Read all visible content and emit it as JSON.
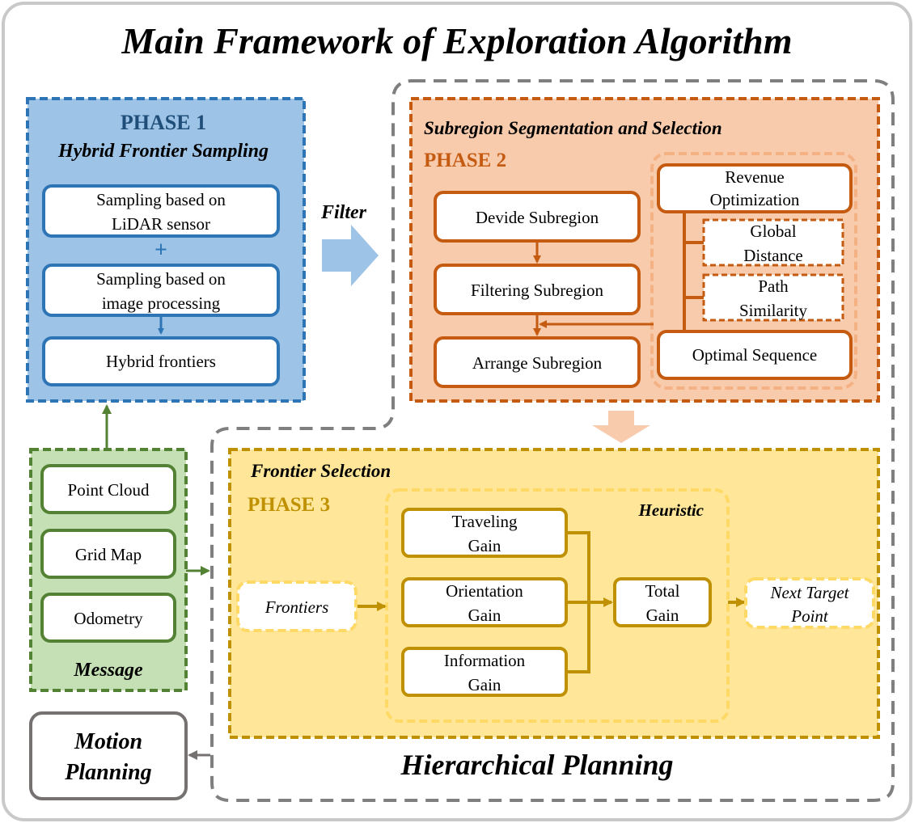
{
  "title": "Main Framework of Exploration Algorithm",
  "phase1": {
    "phase_label": "PHASE 1",
    "title": "Hybrid Frontier Sampling",
    "box1_line1": "Sampling based on",
    "box1_line2": "LiDAR sensor",
    "plus": "+",
    "box2_line1": "Sampling based on",
    "box2_line2": "image processing",
    "box3": "Hybrid frontiers"
  },
  "filter_label": "Filter",
  "phase2": {
    "title": "Subregion Segmentation and Selection",
    "phase_label": "PHASE 2",
    "devide": "Devide Subregion",
    "filtering": "Filtering Subregion",
    "arrange": "Arrange Subregion",
    "revenue_line1": "Revenue",
    "revenue_line2": "Optimization",
    "global_line1": "Global",
    "global_line2": "Distance",
    "path_line1": "Path",
    "path_line2": "Similarity",
    "optimal": "Optimal Sequence"
  },
  "message": {
    "point_cloud": "Point Cloud",
    "grid_map": "Grid Map",
    "odometry": "Odometry",
    "label": "Message"
  },
  "phase3": {
    "title": "Frontier Selection",
    "phase_label": "PHASE 3",
    "heuristic": "Heuristic",
    "frontiers": "Frontiers",
    "traveling_line1": "Traveling",
    "traveling_line2": "Gain",
    "orientation_line1": "Orientation",
    "orientation_line2": "Gain",
    "information_line1": "Information",
    "information_line2": "Gain",
    "total_line1": "Total",
    "total_line2": "Gain",
    "next_line1": "Next Target",
    "next_line2": "Point"
  },
  "motion_line1": "Motion",
  "motion_line2": "Planning",
  "hierarchical": "Hierarchical Planning",
  "colors": {
    "blue": "#2e75b6",
    "blue_fill": "#9dc3e6",
    "orange": "#c55a11",
    "orange_fill": "#f8cbad",
    "yellow": "#bf9000",
    "yellow_fill": "#ffe699",
    "green": "#548235",
    "green_fill": "#c5e0b4",
    "gray": "#767171"
  }
}
